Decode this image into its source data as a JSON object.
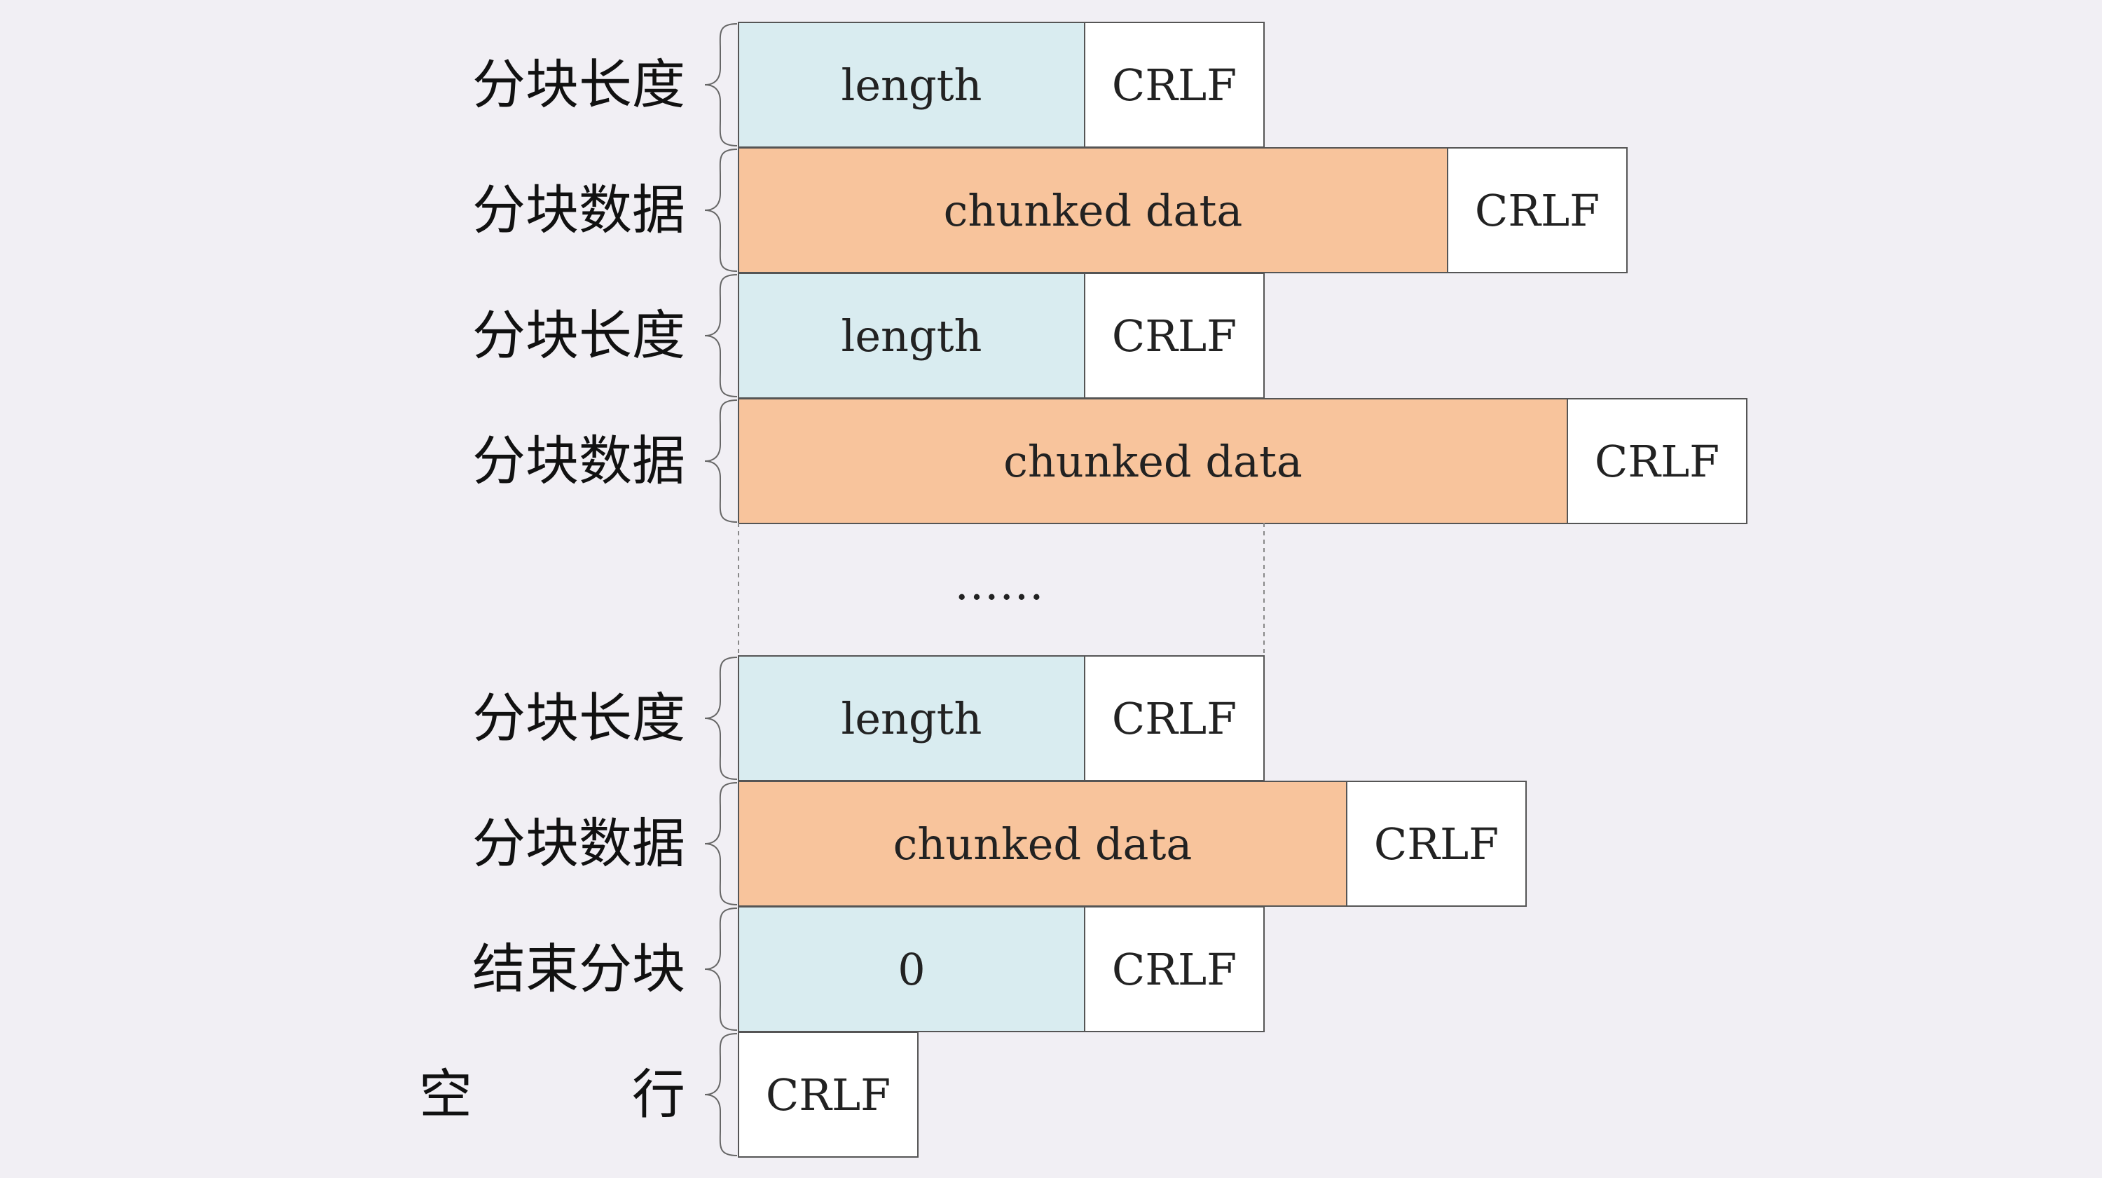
{
  "colors": {
    "background": "#f1eff4",
    "length_fill": "#d9ecf0",
    "data_fill": "#f8c49c",
    "crlf_fill": "#ffffff",
    "stroke": "#555555"
  },
  "rows": [
    {
      "label": "分块长度",
      "kind": "length",
      "text": "length",
      "crlf": "CRLF"
    },
    {
      "label": "分块数据",
      "kind": "data",
      "text": "chunked data",
      "crlf": "CRLF"
    },
    {
      "label": "分块长度",
      "kind": "length",
      "text": "length",
      "crlf": "CRLF"
    },
    {
      "label": "分块数据",
      "kind": "data",
      "text": "chunked data",
      "crlf": "CRLF"
    },
    {
      "label": "分块长度",
      "kind": "length",
      "text": "length",
      "crlf": "CRLF"
    },
    {
      "label": "分块数据",
      "kind": "data",
      "text": "chunked data",
      "crlf": "CRLF"
    },
    {
      "label": "结束分块",
      "kind": "length",
      "text": "0",
      "crlf": "CRLF"
    },
    {
      "label": "空　　　行",
      "kind": "empty",
      "text": "",
      "crlf": "CRLF"
    }
  ],
  "ellipsis": "……"
}
